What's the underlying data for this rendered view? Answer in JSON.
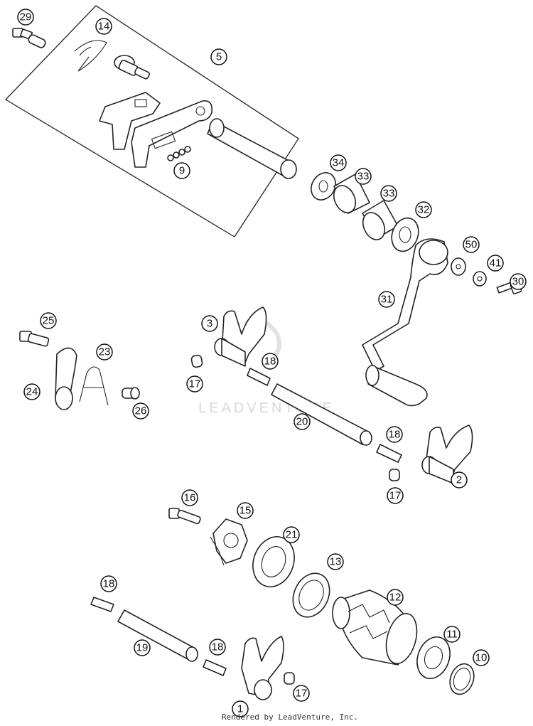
{
  "callouts": {
    "c29": "29",
    "c14": "14",
    "c5": "5",
    "c9": "9",
    "c34": "34",
    "c33a": "33",
    "c33b": "33",
    "c32": "32",
    "c50": "50",
    "c41": "41",
    "c30": "30",
    "c31": "31",
    "c25": "25",
    "c23": "23",
    "c24": "24",
    "c26": "26",
    "c3": "3",
    "c18a": "18",
    "c17a": "17",
    "c20": "20",
    "c18b": "18",
    "c2": "2",
    "c17b": "17",
    "c16": "16",
    "c15": "15",
    "c21": "21",
    "c13": "13",
    "c12": "12",
    "c11": "11",
    "c10": "10",
    "c18c": "18",
    "c19": "19",
    "c18d": "18",
    "c17c": "17",
    "c1": "1"
  },
  "watermark": "LEADVENTURE",
  "footer": "Rendered by LeadVenture, Inc."
}
